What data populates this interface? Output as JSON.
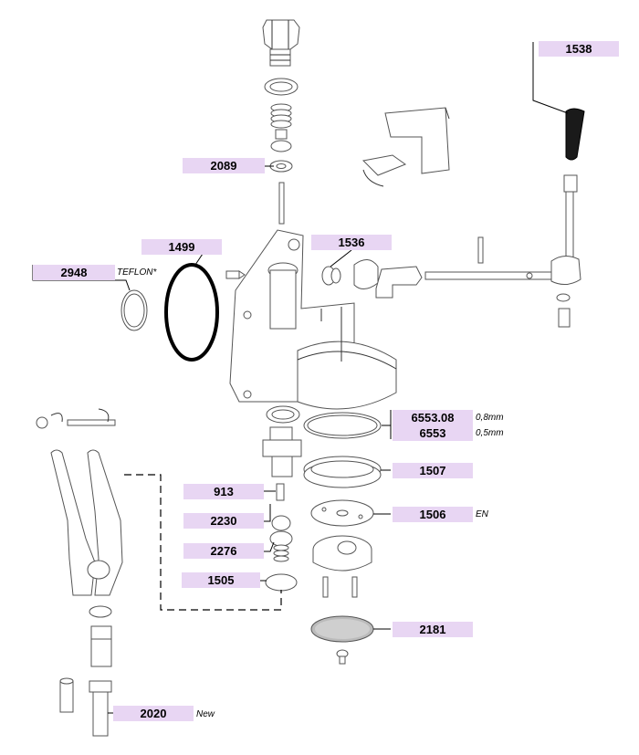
{
  "parts": [
    {
      "id": "p1538",
      "number": "1538",
      "note": ""
    },
    {
      "id": "p2089",
      "number": "2089",
      "note": ""
    },
    {
      "id": "p1499",
      "number": "1499",
      "note": ""
    },
    {
      "id": "p1536",
      "number": "1536",
      "note": ""
    },
    {
      "id": "p2948",
      "number": "2948",
      "note": "TEFLON*"
    },
    {
      "id": "p6553_08",
      "number": "6553.08",
      "note": "0,8mm"
    },
    {
      "id": "p6553",
      "number": "6553",
      "note": "0,5mm"
    },
    {
      "id": "p1507",
      "number": "1507",
      "note": ""
    },
    {
      "id": "p913",
      "number": "913",
      "note": ""
    },
    {
      "id": "p1506",
      "number": "1506",
      "note": "EN"
    },
    {
      "id": "p2230",
      "number": "2230",
      "note": ""
    },
    {
      "id": "p2276",
      "number": "2276",
      "note": ""
    },
    {
      "id": "p1505",
      "number": "1505",
      "note": ""
    },
    {
      "id": "p2181",
      "number": "2181",
      "note": ""
    },
    {
      "id": "p2020",
      "number": "2020",
      "note": "New"
    }
  ],
  "colors": {
    "label_fill": "#e8d6f3",
    "line": "#000000"
  }
}
